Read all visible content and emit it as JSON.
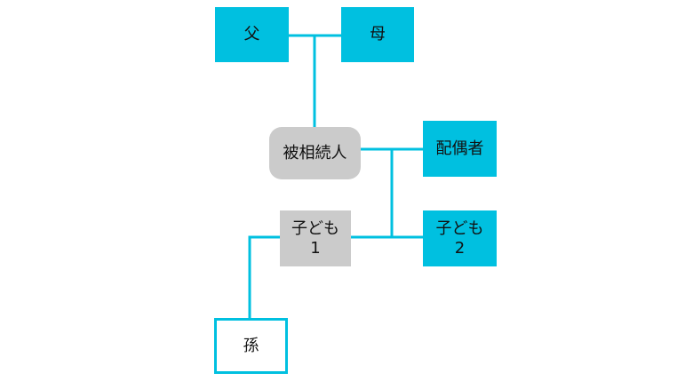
{
  "nodes": {
    "father": "父",
    "mother": "母",
    "decedent": "被相続人",
    "spouse": "配偶者",
    "child1": "子ども\n1",
    "child2": "子ども\n2",
    "grandchild": "孫"
  },
  "colors": {
    "line": "#00c0e0",
    "relative_fill": "#00c0e0",
    "decedent_fill": "#cbcbcb",
    "child1_fill": "#cbcbcb",
    "grandchild_border": "#00c0e0"
  }
}
